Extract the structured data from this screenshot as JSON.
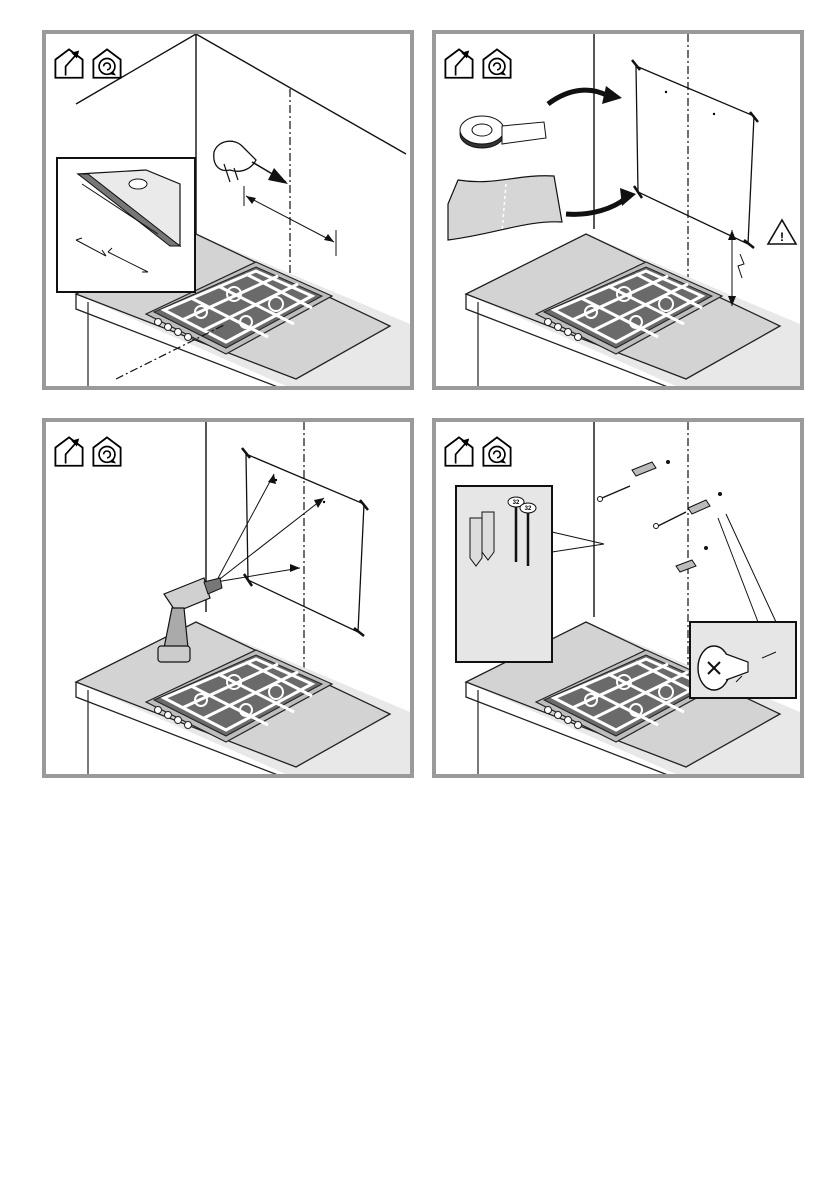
{
  "panels": [
    {
      "id": "panel-1"
    },
    {
      "id": "panel-2"
    },
    {
      "id": "panel-3"
    },
    {
      "id": "panel-4"
    }
  ],
  "icons": [
    "ducted-exhaust-icon",
    "recirculation-icon"
  ],
  "screw_labels": [
    "32",
    "32"
  ],
  "colors": {
    "frame": "#9a9a9a",
    "countertop": "#d0d0d0",
    "shadow": "#e6e6e6",
    "ink": "#111111"
  }
}
